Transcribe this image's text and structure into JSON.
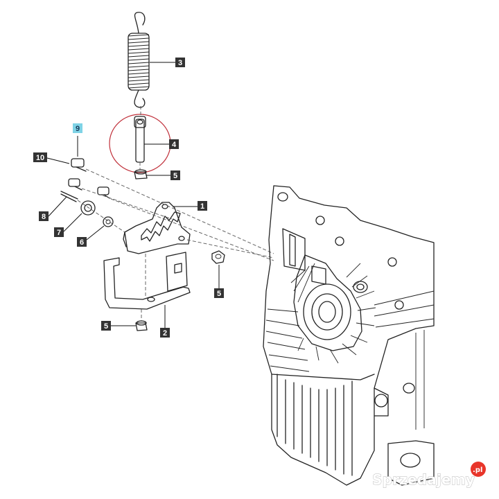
{
  "diagram": {
    "callouts": [
      {
        "id": "c3",
        "label": "3"
      },
      {
        "id": "c4",
        "label": "4"
      },
      {
        "id": "c9",
        "label": "9",
        "highlight": true
      },
      {
        "id": "c10",
        "label": "10"
      },
      {
        "id": "c5a",
        "label": "5"
      },
      {
        "id": "c1",
        "label": "1"
      },
      {
        "id": "c8",
        "label": "8"
      },
      {
        "id": "c7",
        "label": "7"
      },
      {
        "id": "c6",
        "label": "6"
      },
      {
        "id": "c5b",
        "label": "5"
      },
      {
        "id": "c5c",
        "label": "5"
      },
      {
        "id": "c2",
        "label": "2"
      }
    ],
    "colors": {
      "callout_fill": "#333333",
      "callout_highlight_fill": "#7fd3e6",
      "highlight_ring": "#c0303a",
      "line": "#222222"
    }
  },
  "watermark": {
    "brand": "Sprzedajemy",
    "tld": ".pl",
    "logo_color": "#e8352a"
  }
}
